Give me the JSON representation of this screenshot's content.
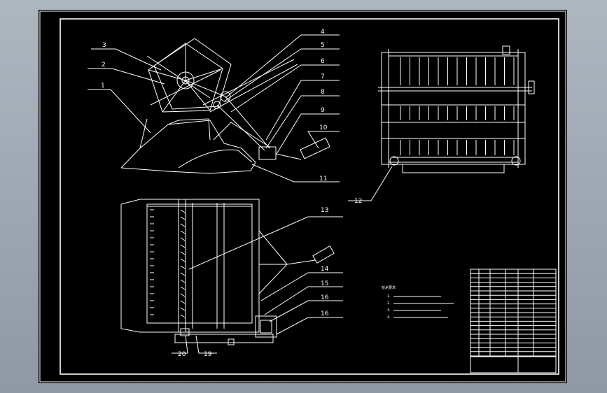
{
  "colors": {
    "background": "#000000",
    "line": "#ffffff",
    "outer": "#9aa3ae"
  },
  "callouts": [
    {
      "id": "c3",
      "label": "3"
    },
    {
      "id": "c2",
      "label": "2"
    },
    {
      "id": "c1",
      "label": "1"
    },
    {
      "id": "c4",
      "label": "4"
    },
    {
      "id": "c5",
      "label": "5"
    },
    {
      "id": "c6",
      "label": "6"
    },
    {
      "id": "c7",
      "label": "7"
    },
    {
      "id": "c8",
      "label": "8"
    },
    {
      "id": "c9",
      "label": "9"
    },
    {
      "id": "c10",
      "label": "10"
    },
    {
      "id": "c11",
      "label": "11"
    },
    {
      "id": "c12",
      "label": "12"
    },
    {
      "id": "c13",
      "label": "13"
    },
    {
      "id": "c14",
      "label": "14"
    },
    {
      "id": "c15",
      "label": "15"
    },
    {
      "id": "c16a",
      "label": "16"
    },
    {
      "id": "c16b",
      "label": "16"
    },
    {
      "id": "c20",
      "label": "20"
    },
    {
      "id": "c19",
      "label": "19"
    }
  ],
  "notes": {
    "title": "技术要求",
    "lines": [
      "1.",
      "2.",
      "3.",
      "4."
    ]
  }
}
